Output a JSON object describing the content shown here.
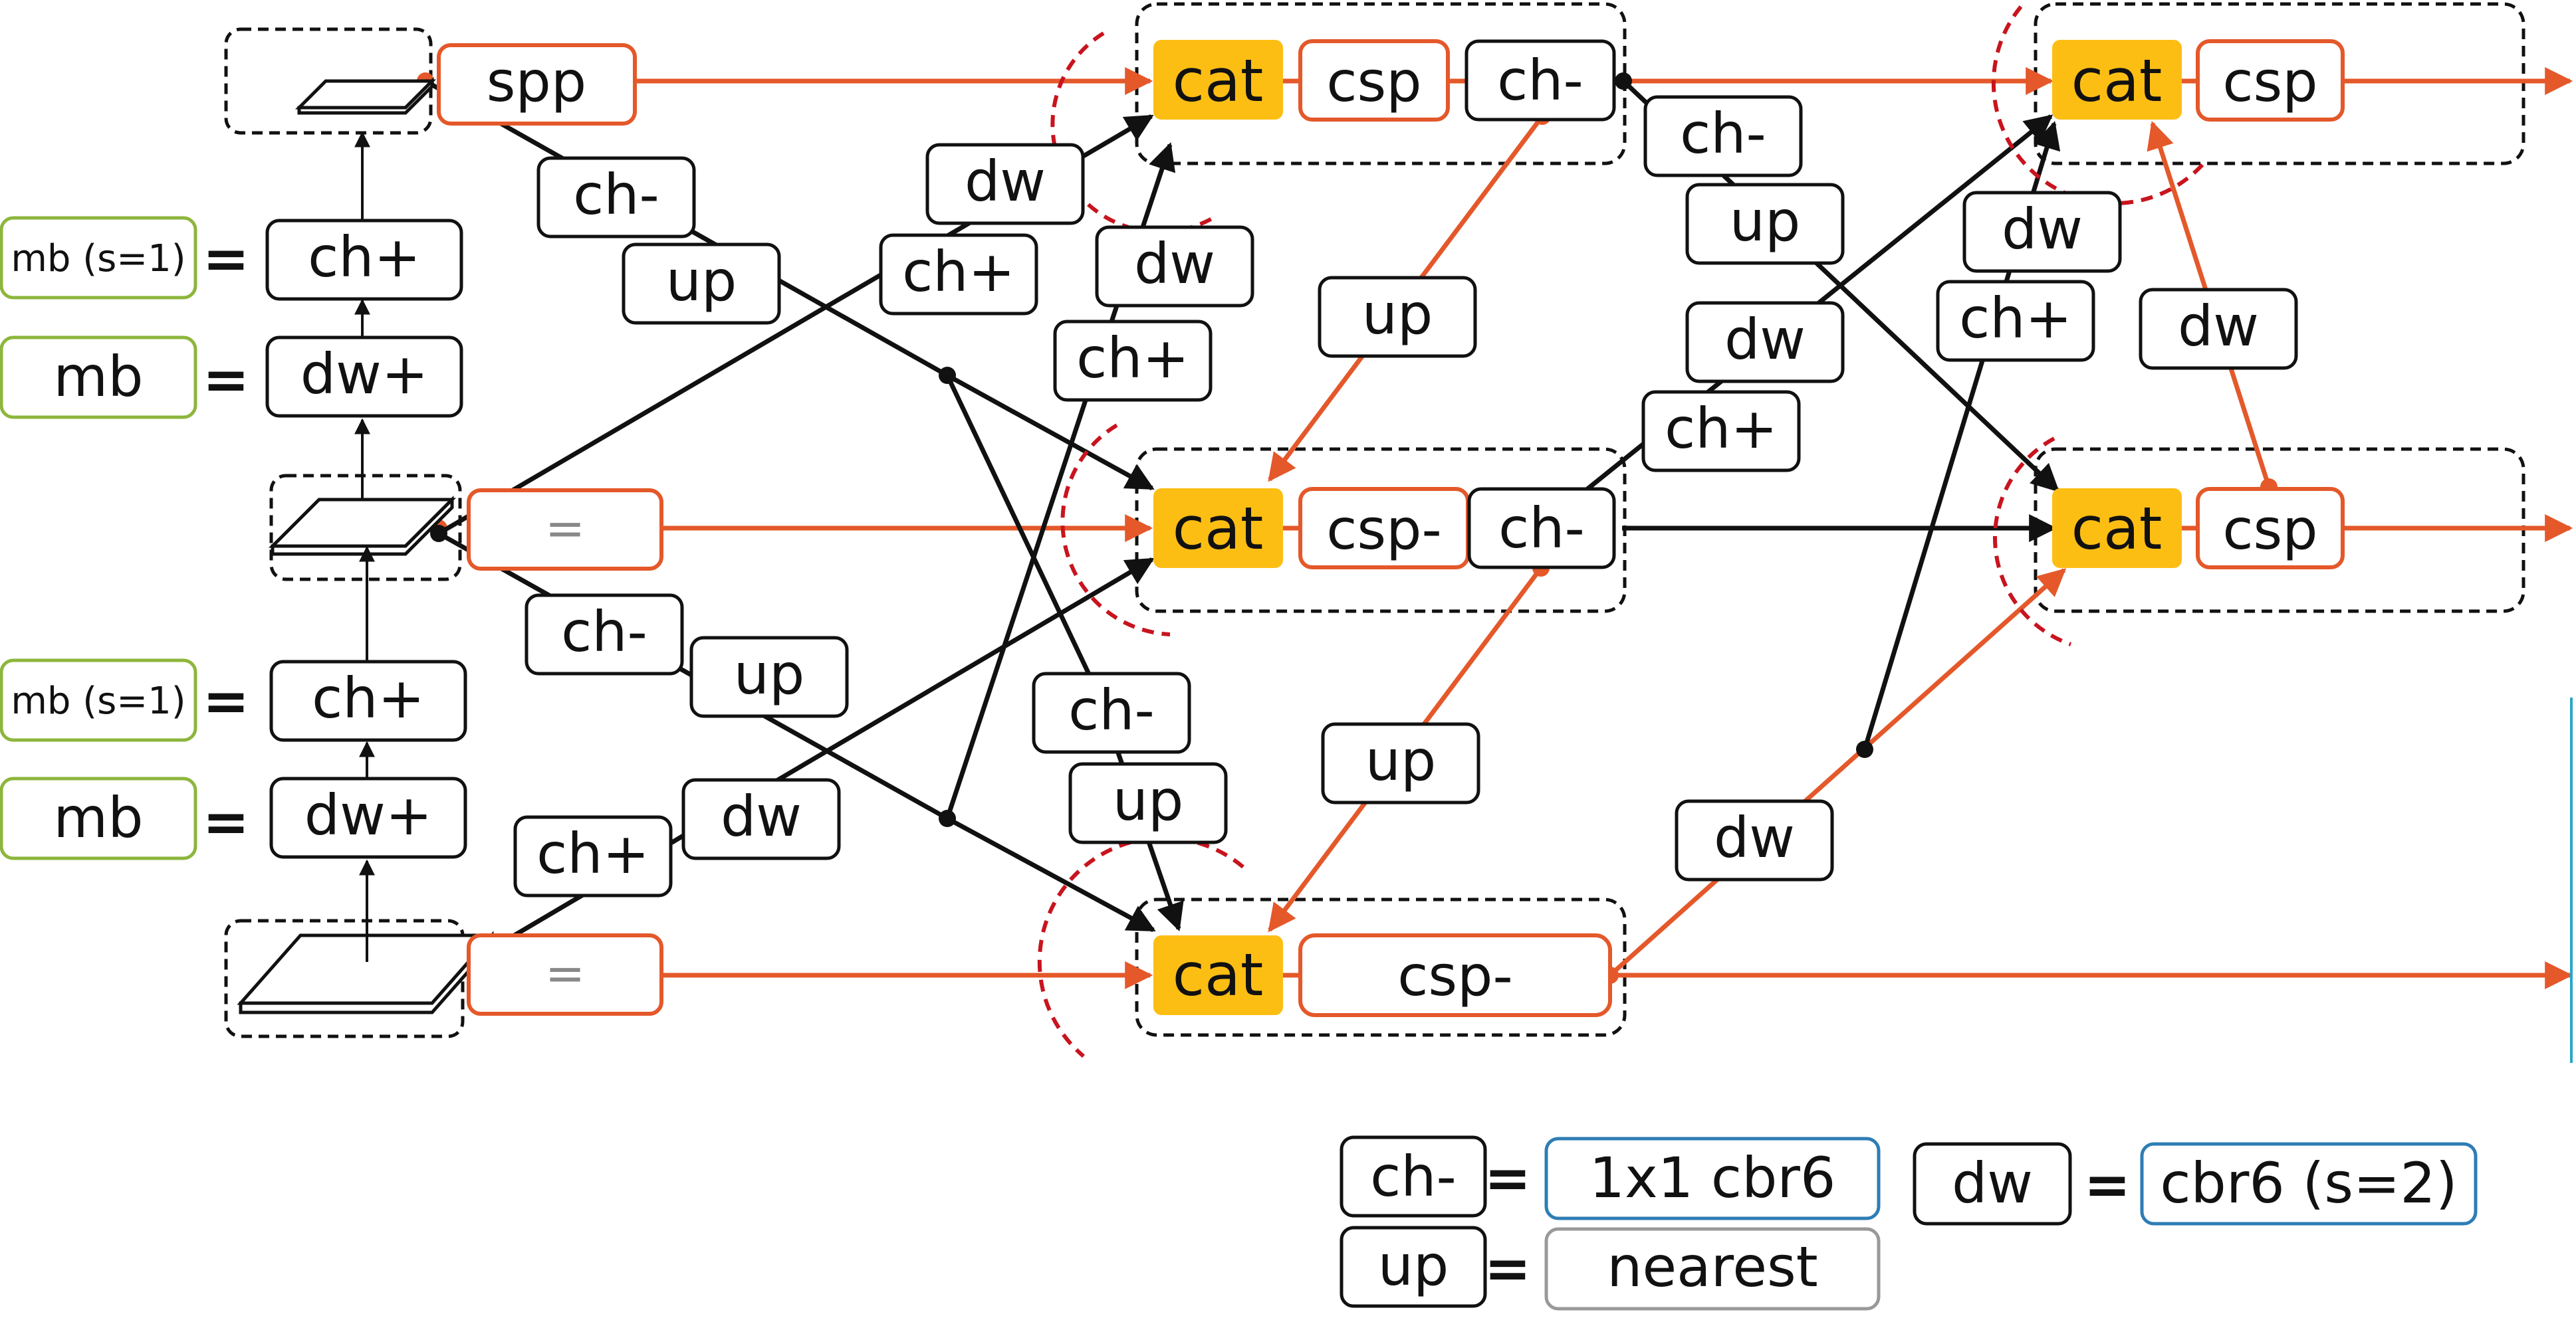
{
  "colors": {
    "orange": "#E4582A",
    "black": "#111111",
    "cat_fill": "#FDBE14",
    "green": "#8DB63C",
    "blue": "#2E7DB5",
    "gray": "#999999",
    "dashed_red": "#C8141E",
    "cyan_line": "#29A7C9"
  },
  "backbone": {
    "top_node": "spp",
    "mid_node": "=",
    "bot_node": "=",
    "upper_stack": {
      "top": "ch+",
      "bottom": "dw+",
      "side_top": "mb (s=1)",
      "side_bottom": "mb"
    },
    "lower_stack": {
      "top": "ch+",
      "bottom": "dw+",
      "side_top": "mb (s=1)",
      "side_bottom": "mb"
    },
    "eq_sign": "="
  },
  "columns": {
    "col1": {
      "top": [
        "cat",
        "csp",
        "ch-"
      ],
      "mid": [
        "cat",
        "csp-",
        "ch-"
      ],
      "bot": [
        "cat",
        "csp-"
      ]
    },
    "col2": {
      "top": [
        "cat",
        "csp"
      ],
      "mid": [
        "cat",
        "csp"
      ]
    }
  },
  "edge_labels": {
    "a1": "ch-",
    "a2": "up",
    "b1": "dw",
    "b2": "ch+",
    "c1": "dw",
    "c2": "ch+",
    "d1": "ch-",
    "d2": "up",
    "e1": "dw",
    "e2": "ch+",
    "f1": "ch-",
    "f2": "up",
    "g1": "up",
    "g2": "up",
    "h1": "ch-",
    "h2": "up",
    "i1": "dw",
    "i2": "ch+",
    "j1": "dw",
    "j2": "ch+",
    "k1": "dw",
    "k2": "dw"
  },
  "legend": {
    "ch_minus": "ch-",
    "ch_minus_def": "1x1 cbr6",
    "up": "up",
    "up_def": "nearest",
    "dw": "dw",
    "dw_def": "cbr6 (s=2)",
    "eq": "="
  }
}
